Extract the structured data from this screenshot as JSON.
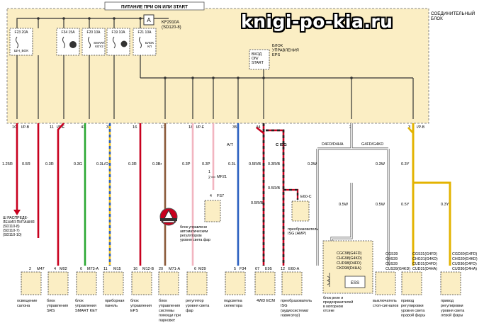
{
  "header": {
    "power_label": "ПИТАНИЕ ПРИ ON ИЛИ START",
    "junction_label": "СОЕДИНИТЕЛЬНЫЙ БЛОК",
    "watermark": "knigi-po-kia.ru"
  },
  "fuses": [
    {
      "rating": "F23 20A",
      "name": "ШН_БОК"
    },
    {
      "rating": "F34 15A",
      "name": ""
    },
    {
      "rating": "F20 10A",
      "name": "SMART KEY2"
    },
    {
      "rating": "F19 10A",
      "name": ""
    },
    {
      "rating": "F21 10A",
      "name": "БЛОК КЛ"
    }
  ],
  "relay": {
    "label": "A",
    "ref1": "KF2910A",
    "ref2": "(SD120-8)"
  },
  "eps_block": {
    "input": "ВХОД ON/ START",
    "title": "БЛОК УПРАВЛЕНИЯ EPS"
  },
  "pins": [
    "10",
    "11",
    "43",
    "34",
    "16",
    "17",
    "18",
    "35",
    "44",
    "2",
    "3"
  ],
  "pin_connectors": [
    "I/P-B",
    "I/P-E",
    "I/P-E",
    "I/P-B"
  ],
  "wires": [
    "1.25R",
    "0.5R",
    "0.3R",
    "0.3G",
    "0.3L/O",
    "0.3R",
    "0.3Br",
    "0.3P",
    "0.3P",
    "0.3L",
    "0.5R/B",
    "0.3R/B",
    "0.5R/B",
    "0.5R/B",
    "0.3W",
    "0.5W",
    "0.5W",
    "0.3W",
    "0.3Y",
    "0.5Y",
    "0.3Y"
  ],
  "misc_labels": {
    "at": "A/T",
    "c_isg": "C ISG",
    "d4fd_d4ha": "D4FD/D4HA",
    "g4fd_g4kd": "G4FD/G4KD",
    "mf21": "MF21",
    "fs7": "FS7",
    "e60c": "E60-C",
    "power_dist": "Ш РАСПРЕДЕ- ЛЕНИЯ ПИТАНИЯ (SD110-8) (SD110-7) (SD110-10)",
    "eps_desc": "блок управлени автоматическим регулятором уровня света фар",
    "isg_desc": "преобразователь ISG (AMP)",
    "ess": "ESS",
    "relay_desc": "блок реле и предохранителей в моторном отсеке",
    "relay_codes": [
      "CGC98(G4FD)",
      "CHG98(G4KD)",
      "CUD98(D4FD)",
      "CKD98(D4HA)"
    ],
    "stop_codes": [
      "CGS39",
      "CHS39",
      "CUS39"
    ],
    "stop_code4": "CUS39(G4KD)"
  },
  "bottom": [
    {
      "conn": "M47",
      "pin": "2",
      "label": "освещение салона"
    },
    {
      "conn": "M02",
      "pin": "4",
      "label": "блок управления SRS"
    },
    {
      "conn": "M73-A",
      "pin": "6",
      "label": "блок управления SMART KEY"
    },
    {
      "conn": "M15",
      "pin": "11",
      "label": "приборная панель"
    },
    {
      "conn": "M12-B",
      "pin": "16",
      "label": "блок управления EPS"
    },
    {
      "conn": "M71-A",
      "pin": "20",
      "label": "блок управления системы помощи при парковке"
    },
    {
      "conn": "M29",
      "pin": "6",
      "label": "регулятор уровня света фар"
    },
    {
      "conn": "F34",
      "pin": "5",
      "label": "подсветка селектора"
    },
    {
      "conn": "E95",
      "pin": "67",
      "label": "4WD ECM"
    },
    {
      "conn": "E60-A",
      "pin": "12",
      "label": "преобразователь ISG (аудиосистема/ навигатор)"
    },
    {
      "conn": "",
      "pin": "",
      "label": "выключатель стоп-сигналов"
    },
    {
      "conn": "",
      "pin": "",
      "label": "привод регулировки уровня света правой фары"
    },
    {
      "conn": "",
      "pin": "",
      "label": "привод регулировки уровня света левой фары"
    }
  ],
  "right_head_codes": [
    "CGS31(G4FD)",
    "CHG31(G4KD)",
    "CUD31(D4FD)",
    "CUD31(D4HA)"
  ],
  "left_head_codes": [
    "CGD30(G4FD)",
    "CHG30(G4KD)",
    "CUD30(D4FD)",
    "CUD30(D4HA)"
  ]
}
